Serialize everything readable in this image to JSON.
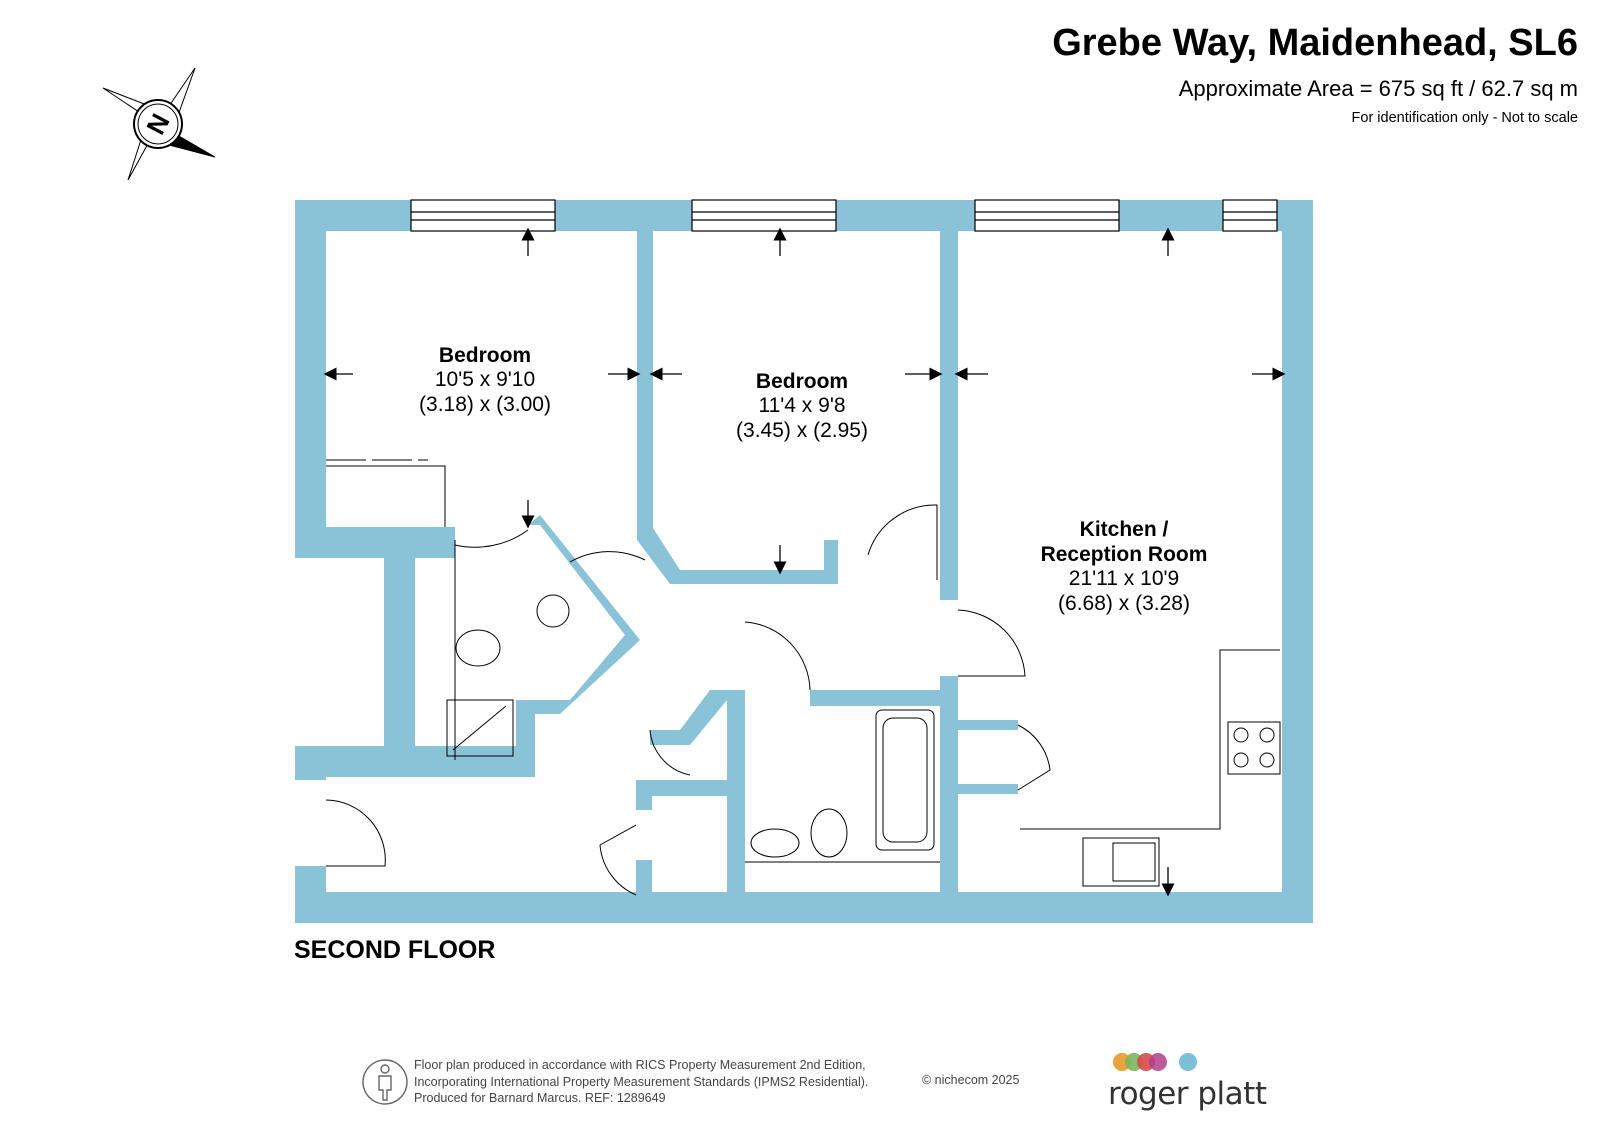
{
  "header": {
    "title": "Grebe Way, Maidenhead, SL6",
    "area": "Approximate Area = 675 sq ft / 62.7 sq m",
    "note": "For identification only - Not to scale"
  },
  "compass": {
    "letter": "N",
    "icon": "north-arrow-icon"
  },
  "rooms": [
    {
      "name": "Bedroom",
      "dims_imperial": "10'5 x 9'10",
      "dims_metric": "(3.18) x (3.00)"
    },
    {
      "name": "Bedroom",
      "dims_imperial": "11'4 x 9'8",
      "dims_metric": "(3.45) x (2.95)"
    },
    {
      "name_line1": "Kitchen /",
      "name_line2": "Reception Room",
      "dims_imperial": "21'11 x 10'9",
      "dims_metric": "(6.68) x (3.28)"
    }
  ],
  "floor_label": "SECOND FLOOR",
  "footer": {
    "line1": "Floor plan produced in accordance with RICS Property Measurement 2nd Edition,",
    "line2": "Incorporating International Property Measurement Standards (IPMS2 Residential).",
    "line3": "Produced for Barnard Marcus.   REF:  1289649",
    "copyright": "© nichecom 2025",
    "brand": "roger platt"
  },
  "colors": {
    "wall": "#8ac2d8",
    "brand_dots": [
      "#e9a33a",
      "#7bb661",
      "#d64a4a",
      "#b0408a",
      "#7bbfd8"
    ]
  }
}
